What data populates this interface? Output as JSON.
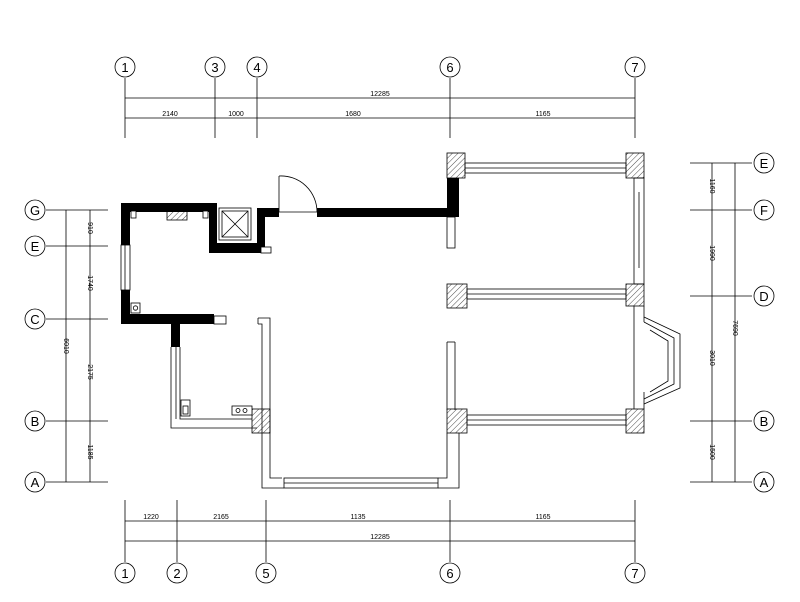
{
  "axes": {
    "top": [
      "1",
      "3",
      "4",
      "6",
      "7"
    ],
    "bottom": [
      "1",
      "2",
      "5",
      "6",
      "7"
    ],
    "left": [
      "G",
      "E",
      "C",
      "B",
      "A"
    ],
    "right": [
      "E",
      "F",
      "D",
      "B",
      "A"
    ]
  },
  "dimensions": {
    "top_total": "12285",
    "top_segments": [
      "2140",
      "1000",
      "1680",
      "1165"
    ],
    "bottom_total": "12285",
    "bottom_segments": [
      "1220",
      "2165",
      "1135",
      "1165"
    ],
    "left_total": "6010",
    "left_segments": [
      "910",
      "1740",
      "2175",
      "1185"
    ],
    "right_total": "7690",
    "right_segments": [
      "1160",
      "1990",
      "3010",
      "1500"
    ]
  }
}
